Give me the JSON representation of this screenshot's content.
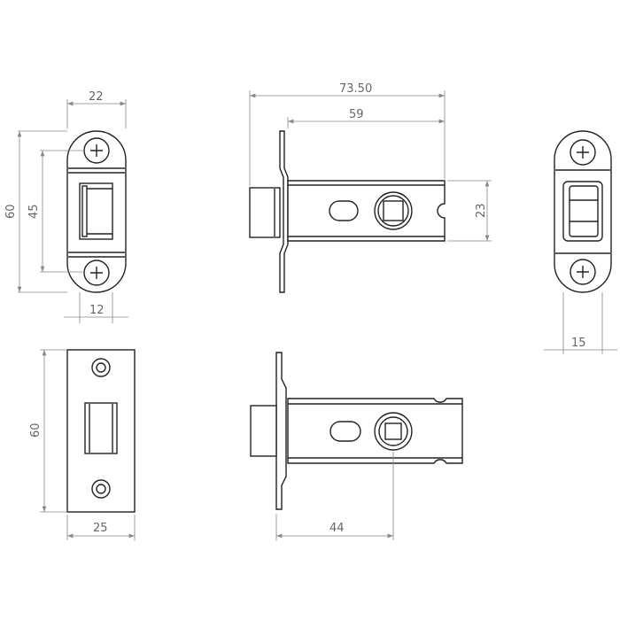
{
  "dimensions": {
    "strike_width": "22",
    "strike_height": "60",
    "strike_hole_spacing": "45",
    "strike_opening_width": "12",
    "latch_overall_length": "73.50",
    "latch_body_length": "59",
    "latch_body_height": "23",
    "tube_strike_width": "15",
    "faceplate_height": "60",
    "faceplate_width": "25",
    "backset": "44"
  },
  "line_color": "#222222",
  "dimension_color": "#888888"
}
